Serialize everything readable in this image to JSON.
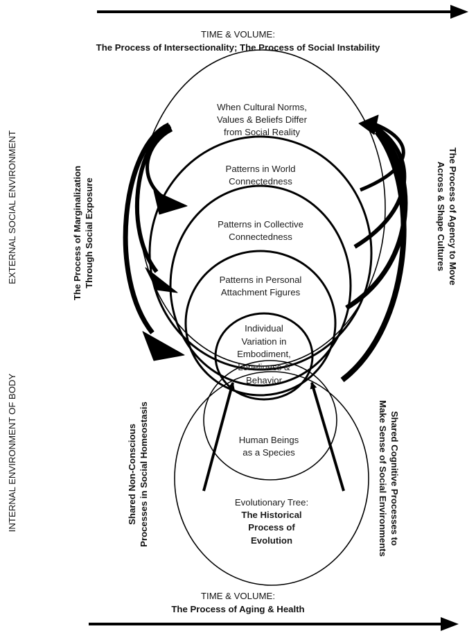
{
  "top_header": {
    "line1": "TIME & VOLUME:",
    "line2": "The Process of Intersectionality; The Process of Social Instability"
  },
  "bottom_header": {
    "line1": "TIME & VOLUME:",
    "line2": "The Process of Aging & Health"
  },
  "side_labels": {
    "external": "EXTERNAL SOCIAL ENVIRONMENT",
    "internal": "INTERNAL ENVIRONMENT OF BODY"
  },
  "process_labels": {
    "marginalization": [
      "The Process of Marginalization",
      "Through Social Exposure"
    ],
    "agency": [
      "The Process of Agency to Move",
      "Across & Shape Cultures"
    ],
    "nonconscious": [
      "Shared Non-Conscious",
      "Processes in Social Homeostasis"
    ],
    "cognitive": [
      "Shared Cognitive Processes to",
      "Make Sense of Social Environments"
    ]
  },
  "circles": {
    "cultural": [
      "When Cultural Norms,",
      "Values & Beliefs Differ",
      "from Social Reality"
    ],
    "world": [
      "Patterns in World",
      "Connectedness"
    ],
    "collective": [
      "Patterns in Collective",
      "Connectedness"
    ],
    "personal": [
      "Patterns in Personal",
      "Attachment Figures"
    ],
    "individual": [
      "Individual",
      "Variation in",
      "Embodiment,",
      "Loneliness &",
      "Behavior"
    ],
    "species": [
      "Human Beings",
      "as a Species"
    ],
    "evolution_title": "Evolutionary Tree:",
    "evolution_bold": [
      "The Historical",
      "Process of",
      "Evolution"
    ]
  }
}
